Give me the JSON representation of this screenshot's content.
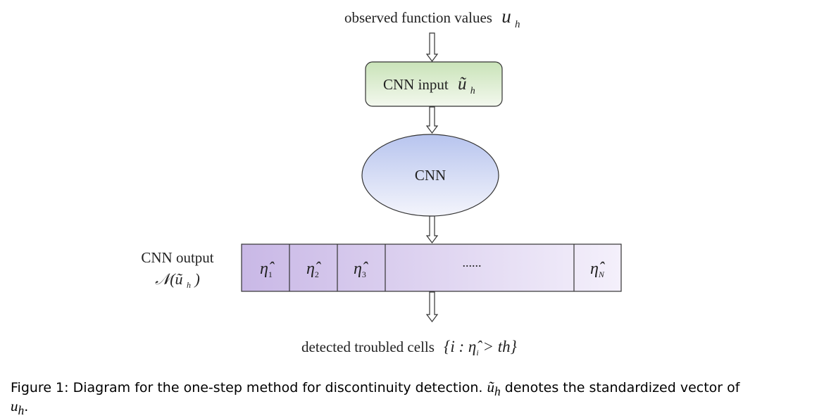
{
  "diagram": {
    "top_label": {
      "text": "observed function values",
      "math": "u",
      "sub": "h"
    },
    "input_box": {
      "text": "CNN input",
      "math": "ũ",
      "sub": "h"
    },
    "network_ellipse": {
      "text": "CNN"
    },
    "output_label": {
      "line1": "CNN output",
      "math": "𝒩(ũ",
      "sub": "h",
      "close": ")"
    },
    "output_cells": [
      {
        "symbol": "η̂",
        "sub": "1"
      },
      {
        "symbol": "η̂",
        "sub": "2"
      },
      {
        "symbol": "η̂",
        "sub": "3"
      },
      {
        "symbol": "......",
        "sub": ""
      },
      {
        "symbol": "η̂",
        "sub": "N"
      }
    ],
    "bottom_label": {
      "text": "detected troubled cells",
      "math_open": "{i : η̂",
      "sub": "i",
      "math_close": " > th}"
    },
    "colors": {
      "input_fill_top": "#c9e3b8",
      "input_fill_bottom": "#f3f8ee",
      "ellipse_fill_top": "#b7c4ee",
      "ellipse_fill_bottom": "#f4f5fc",
      "output_fill_left": "#c9b8e6",
      "output_fill_right": "#f4f0fb"
    }
  },
  "caption": {
    "prefix": "Figure 1: Diagram for the one-step method for discontinuity detection.",
    "math1": "ũ",
    "math1_sub": "h",
    "middle": " denotes the standardized vector of",
    "math2": "u",
    "math2_sub": "h",
    "end": "."
  }
}
